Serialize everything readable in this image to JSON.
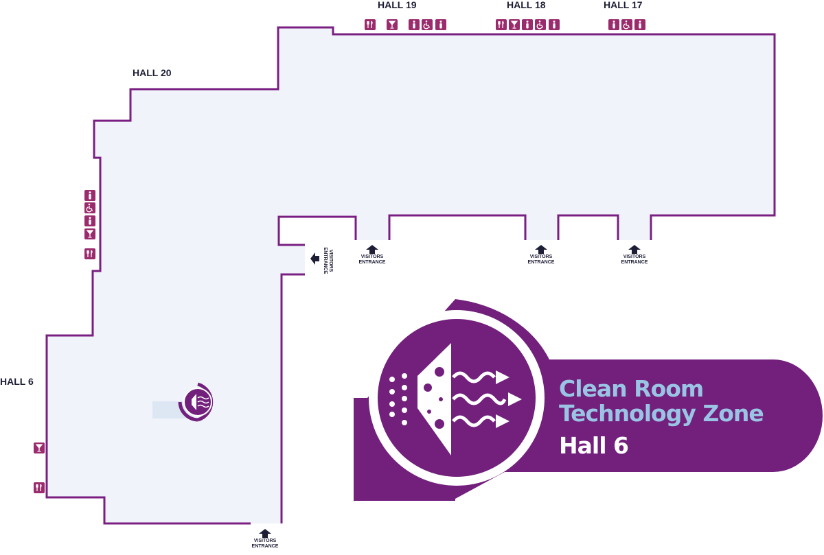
{
  "halls": {
    "hall19": "HALL 19",
    "hall18": "HALL 18",
    "hall17": "HALL 17",
    "hall20": "HALL 20",
    "hall6": "HALL 6"
  },
  "entrances": {
    "label_line1": "VISITORS",
    "label_line2": "ENTRANCE"
  },
  "zone": {
    "title_line1": "Clean Room",
    "title_line2": "Technology Zone",
    "hall": "Hall 6"
  },
  "colors": {
    "outline": "#7a1f82",
    "floor": "#f0f3f9",
    "amenity": "#9a2b6c",
    "zone_purple": "#72207c",
    "zone_title": "#9ac4e4"
  }
}
